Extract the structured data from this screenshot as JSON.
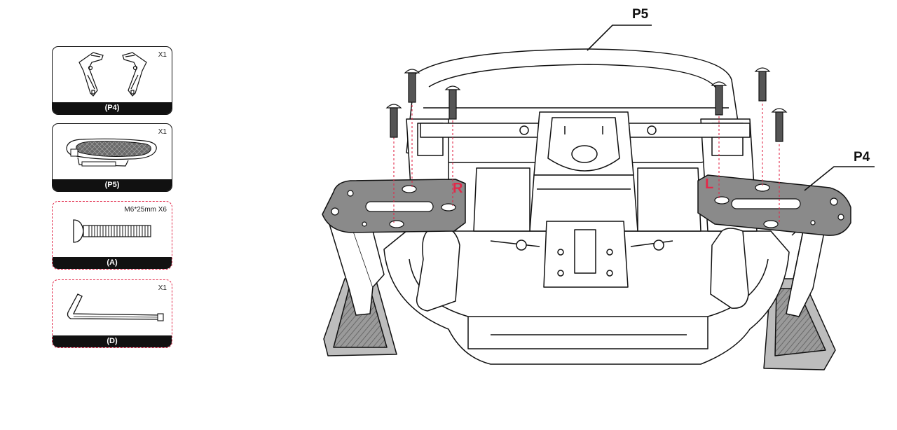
{
  "parts": [
    {
      "label": "(P4)",
      "quantity": "X1",
      "icon": "armrest-pair-icon"
    },
    {
      "label": "(P5)",
      "quantity": "X1",
      "icon": "seat-cushion-icon"
    },
    {
      "label": "(A)",
      "quantity": "M6*25mm X6",
      "icon": "screw-icon"
    },
    {
      "label": "(D)",
      "quantity": "X1",
      "icon": "allen-key-icon"
    }
  ],
  "callouts": {
    "seat": "P5",
    "armrest": "P4"
  },
  "sides": {
    "right": "R",
    "left": "L"
  },
  "colors": {
    "accent": "#e2294a",
    "line": "#111111",
    "plate": "#8a8a8a"
  }
}
